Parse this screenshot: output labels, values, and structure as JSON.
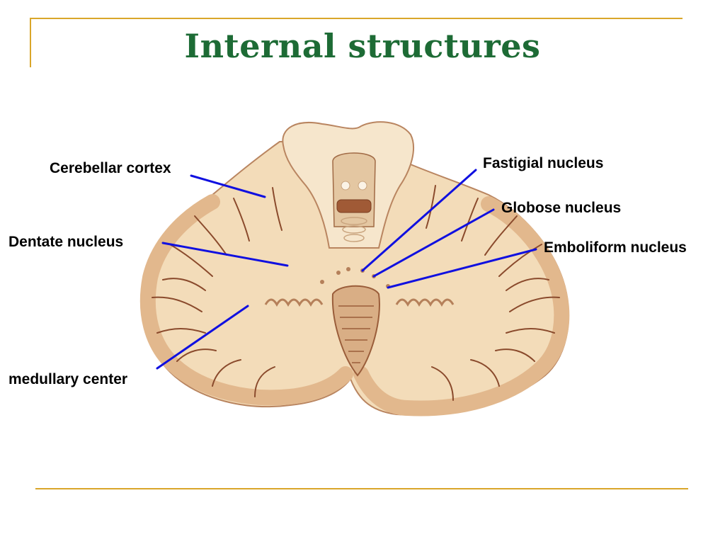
{
  "slide": {
    "title": "Internal structures"
  },
  "labels": {
    "cerebellar_cortex": "Cerebellar cortex",
    "dentate_nucleus": "Dentate nucleus",
    "medullary_center": "medullary center",
    "fastigial_nucleus": "Fastigial nucleus",
    "globose_nucleus": "Globose nucleus",
    "emboliform_nucleus": "Emboliform nucleus"
  },
  "colors": {
    "title": "#1d6b35",
    "frame_rule": "#d9a62a",
    "leader_line": "#1010e0",
    "tissue_light": "#f2dcb8",
    "tissue_folia": "#e0b88e",
    "tissue_dark": "#8a4a2c"
  }
}
